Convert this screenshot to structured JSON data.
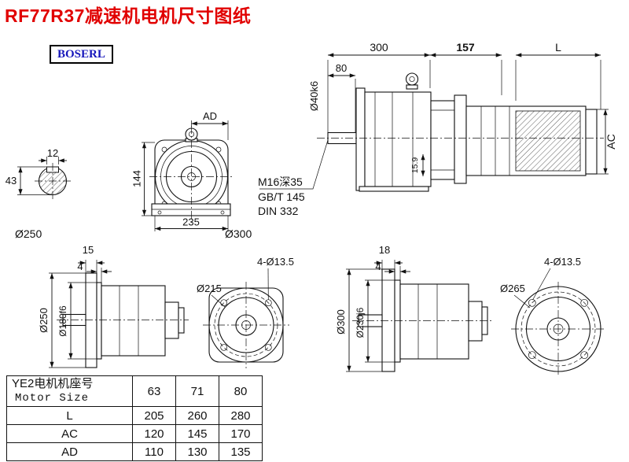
{
  "colors": {
    "title": "#e10000",
    "brand": "#1616bb",
    "line": "#111111"
  },
  "page": {
    "title": "RF77R37减速机电机尺寸图纸",
    "brand": "BOSERL"
  },
  "shaft_section": {
    "key_width": "12",
    "height_over_key": "43"
  },
  "front_view": {
    "dim_ad": "AD",
    "dim_height": "144",
    "dim_width": "235"
  },
  "free_labels": {
    "small_flange_dia": "Ø250",
    "large_flange_dia": "Ø300"
  },
  "assembly_view": {
    "dim_gear_unit_length": "300",
    "dim_adapter_length": "157",
    "dim_motor_length": "L",
    "dim_shaft_length": "80",
    "dim_shaft_dia": "Ø40k6",
    "dim_motor_dia": "AC",
    "dim_key_height": "15.9",
    "note_tapped_hole": "M16深35",
    "note_standard_1": "GB/T 145",
    "note_standard_2": "DIN 332"
  },
  "flange_side_small": {
    "dim_thickness": "15",
    "dim_spigot_length": "4",
    "dim_flange_dia": "Ø250",
    "dim_spigot_dia": "Ø180f6"
  },
  "flange_face_small": {
    "note_bolt_holes": "4-Ø13.5",
    "dim_bolt_circle": "Ø215"
  },
  "flange_side_large": {
    "dim_thickness": "18",
    "dim_spigot_length": "4",
    "dim_flange_dia": "Ø300",
    "dim_spigot_dia": "Ø230j6"
  },
  "flange_face_large": {
    "note_bolt_holes": "4-Ø13.5",
    "dim_bolt_circle": "Ø265"
  },
  "size_table": {
    "header_cn": "YE2电机机座号",
    "header_en": "Motor Size",
    "sizes": [
      "63",
      "71",
      "80"
    ],
    "rows": [
      {
        "label": "L",
        "values": [
          "205",
          "260",
          "280"
        ]
      },
      {
        "label": "AC",
        "values": [
          "120",
          "145",
          "170"
        ]
      },
      {
        "label": "AD",
        "values": [
          "110",
          "130",
          "135"
        ]
      }
    ]
  }
}
